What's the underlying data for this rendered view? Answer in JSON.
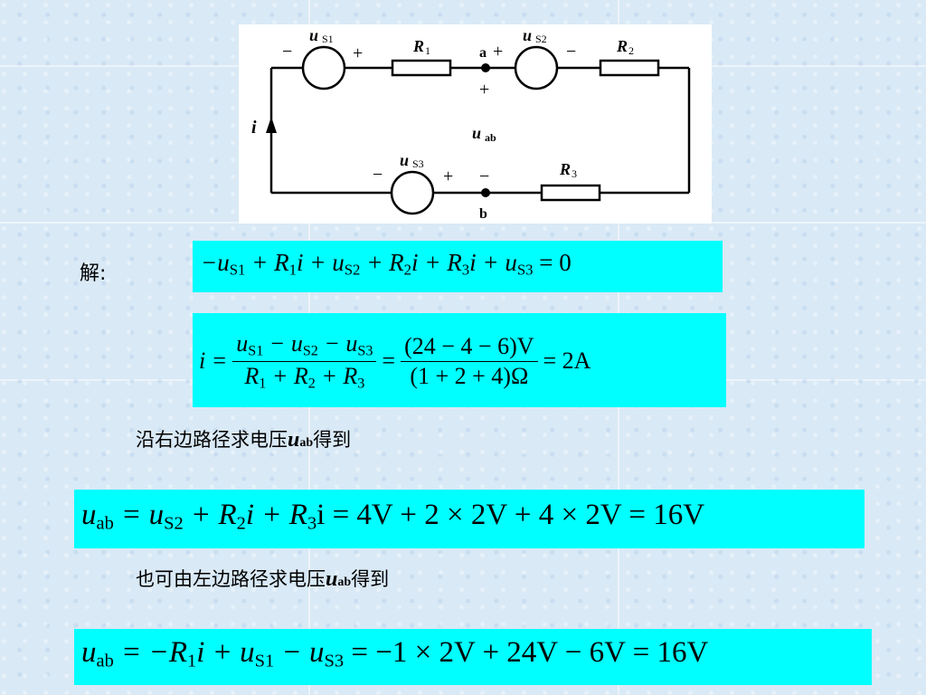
{
  "circuit": {
    "us1": "u",
    "us1_sub": "S1",
    "us2": "u",
    "us2_sub": "S2",
    "us3": "u",
    "us3_sub": "S3",
    "r1": "R",
    "r1_sub": "1",
    "r2": "R",
    "r2_sub": "2",
    "r3": "R",
    "r3_sub": "3",
    "node_a": "a",
    "node_b": "b",
    "current": "i",
    "uab": "u",
    "uab_sub": "ab",
    "plus": "+",
    "minus": "−"
  },
  "solution_label": "解:",
  "eq1": {
    "t1": "−u",
    "t1s": "S1",
    "t2": " + R",
    "t2s": "1",
    "t3": "i + u",
    "t3s": "S2",
    "t4": " + R",
    "t4s": "2",
    "t5": "i + R",
    "t5s": "3",
    "t6": "i + u",
    "t6s": "S3",
    "t7": " = 0"
  },
  "eq2": {
    "lhs": "i =",
    "num_a": "u",
    "num_as": "S1",
    "num_b": " − u",
    "num_bs": "S2",
    "num_c": " − u",
    "num_cs": "S3",
    "den_a": "R",
    "den_as": "1",
    "den_b": " + R",
    "den_bs": "2",
    "den_c": " + R",
    "den_cs": "3",
    "eq": "=",
    "num2": "(24 − 4 − 6)V",
    "den2": "(1 + 2 + 4)Ω",
    "result": "= 2A"
  },
  "text_right": {
    "prefix": "沿右边路径求电压",
    "var": "u",
    "sub": "ab",
    "suffix": "得到"
  },
  "eq3": {
    "a": "u",
    "as": "ab",
    "b": " = u",
    "bs": "S2",
    "c": " + R",
    "cs": "2",
    "d": "i + R",
    "ds": "3",
    "e": "i = 4V + 2 × 2V + 4 × 2V = 16V"
  },
  "text_left": {
    "prefix": "也可由左边路径求电压",
    "var": "u",
    "sub": "ab",
    "suffix": "得到"
  },
  "eq4": {
    "a": "u",
    "as": "ab",
    "b": " = −R",
    "bs": "1",
    "c": "i + u",
    "cs": "S1",
    "d": " − u",
    "ds": "S3",
    "e": " = −1 × 2V + 24V − 6V = 16V"
  }
}
